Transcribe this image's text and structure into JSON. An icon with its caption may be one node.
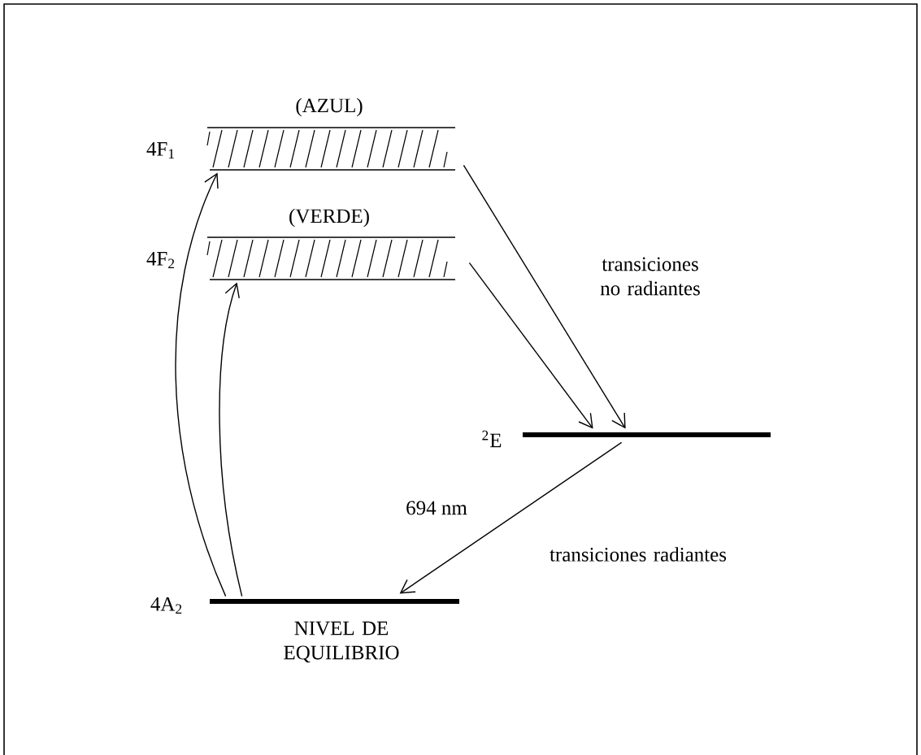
{
  "diagram": {
    "nodes": [
      {
        "text": [
          "(AZUL)"
        ],
        "beside": [
          "4F$_{1}$"
        ]
      },
      {
        "text": [
          "(VERDE)"
        ],
        "beside": [
          "4F$_{2}$"
        ]
      },
      {
        "text": [],
        "shape": "bar",
        "beside": [
          "$^{2}$E"
        ]
      },
      {
        "text": [
          "NIVEL DE EQUILIBRIO"
        ],
        "beside": [
          "4A$_{2}$"
        ]
      }
    ],
    "edges": [
      {
        "from": 3,
        "to": 0,
        "arrow": "to"
      },
      {
        "from": 3,
        "to": 1,
        "arrow": "to"
      },
      {
        "from": 0,
        "to": 2,
        "arrow": "to"
      },
      {
        "from": 1,
        "to": 2,
        "arrow": "to"
      },
      {
        "from": 2,
        "to": 3,
        "arrow": "to",
        "label": "694 nm"
      }
    ],
    "labels": [
      "transiciones no radiantes",
      "transiciones radiantes"
    ]
  }
}
